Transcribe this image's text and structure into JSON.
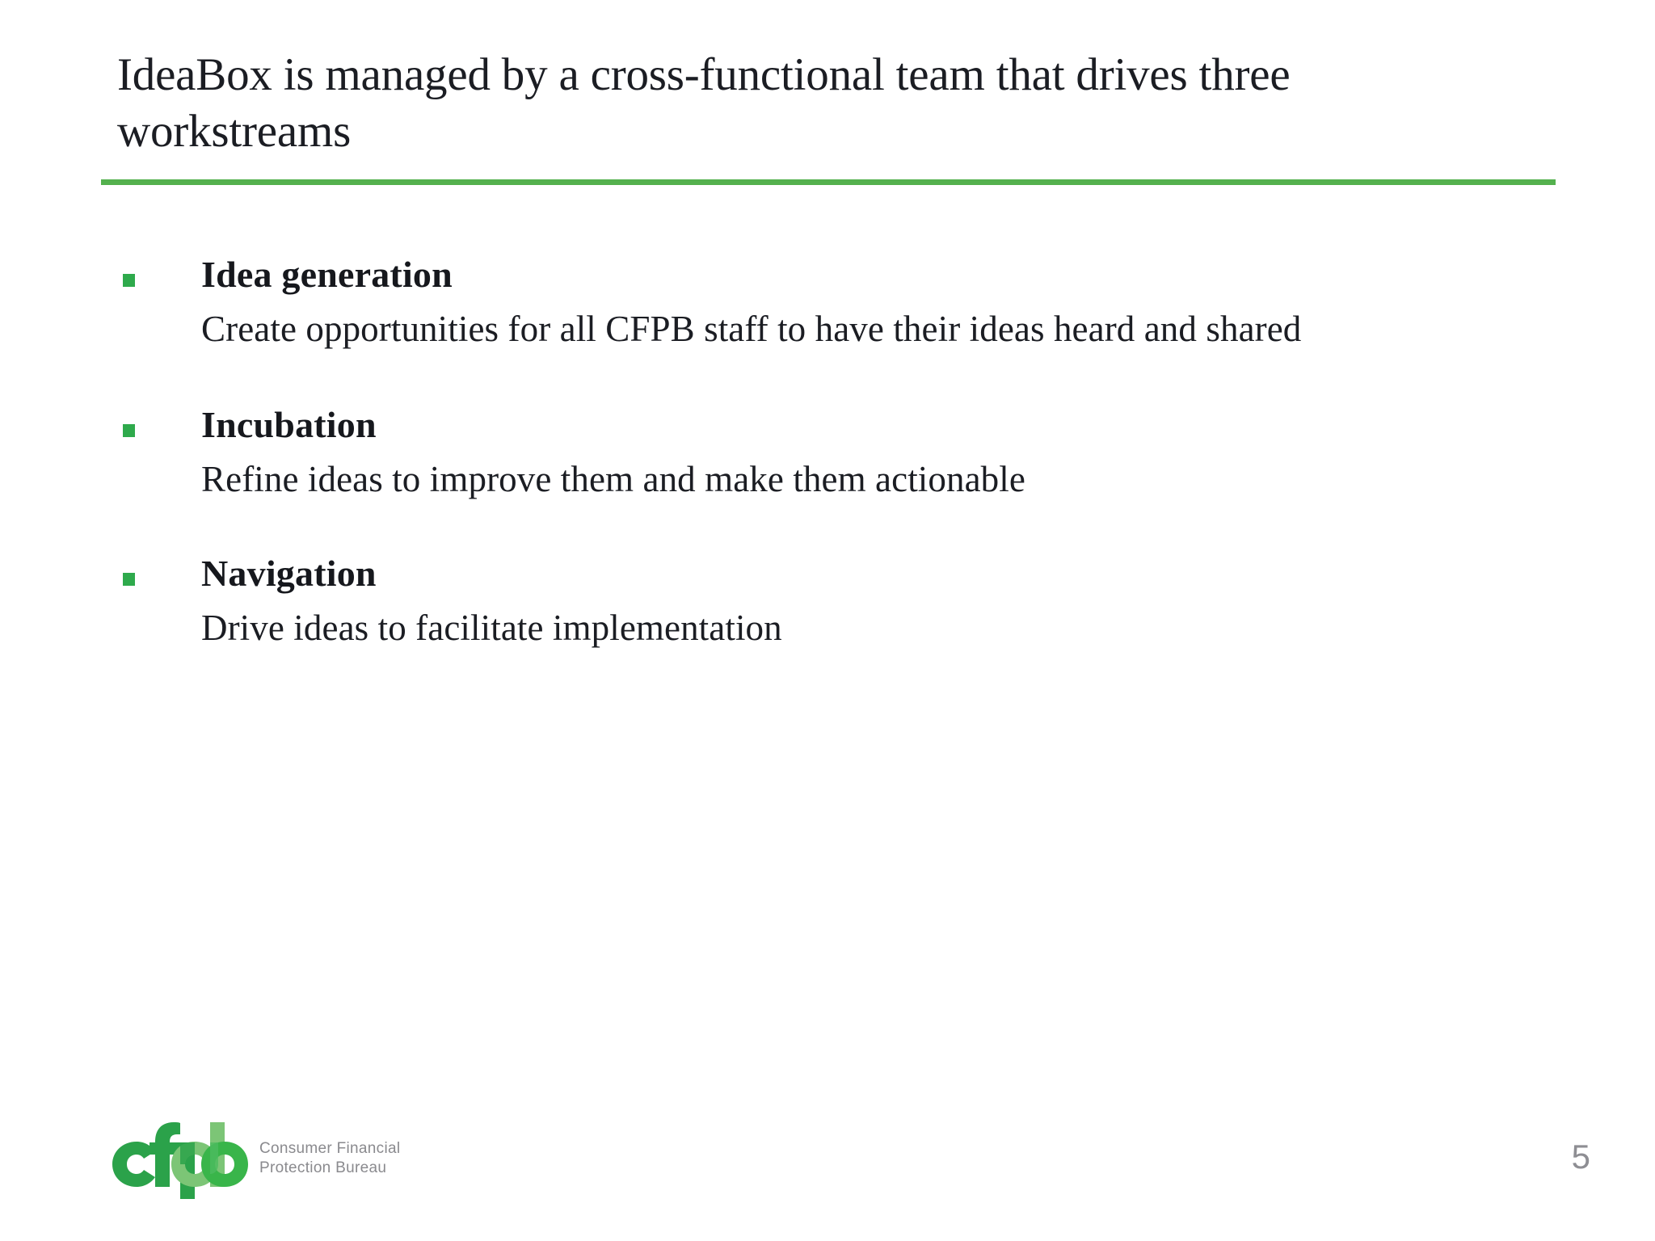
{
  "slide": {
    "title_line_1": "IdeaBox is managed by a cross-functional team that drives three",
    "title_line_2": "workstreams",
    "accent_color": "#54b14e",
    "bullet_color": "#2eaa4c",
    "text_color": "#1b1d23",
    "page_number": "5",
    "sections": [
      {
        "heading": "Idea generation",
        "body": "Create opportunities for all CFPB staff to have their ideas heard and shared"
      },
      {
        "heading": "Incubation",
        "body": "Refine ideas to improve them and make them actionable"
      },
      {
        "heading": "Navigation",
        "body": "Drive ideas to facilitate implementation"
      }
    ]
  },
  "footer": {
    "logo_wordmark": "cfpb",
    "logo_tagline": "Consumer Financial\nProtection Bureau",
    "logo_green_dark": "#2ba24a",
    "logo_green_light": "#7cc576",
    "tagline_color": "#8a8a8e"
  }
}
